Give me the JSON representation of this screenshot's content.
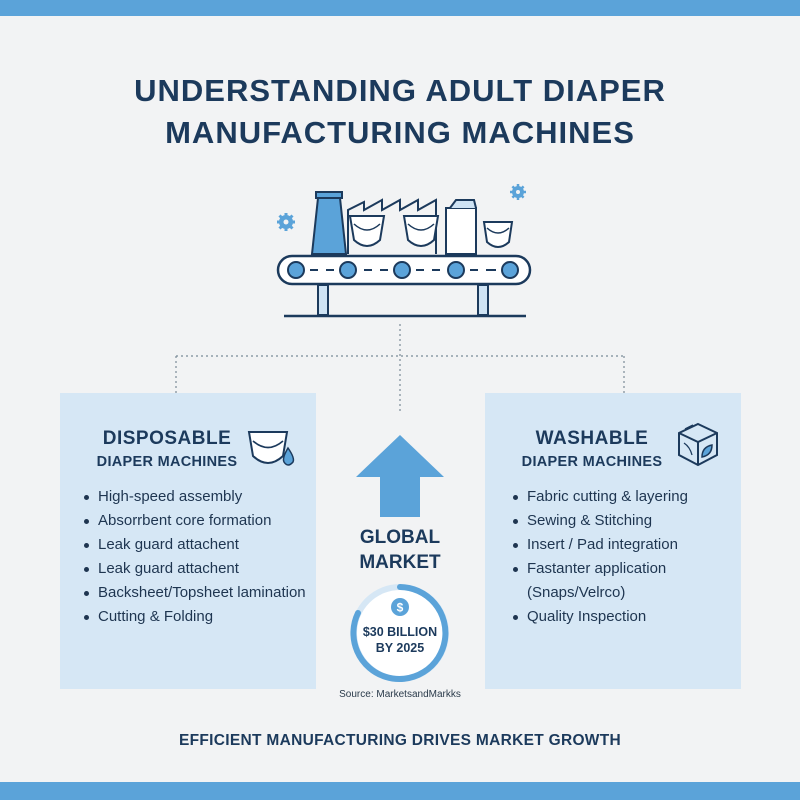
{
  "title": {
    "line1": "UNDERSTANDING ADULT DIAPER",
    "line2": "MANUFACTURING MACHINES"
  },
  "icons": {
    "machine": "conveyor-factory-icon",
    "disposable": "diaper-drop-icon",
    "washable": "fabric-box-icon",
    "arrow": "up-arrow-icon",
    "currency": "dollar-coin-icon",
    "gear": "gear-icon"
  },
  "colors": {
    "accent": "#5ba3d9",
    "dark": "#1c3a5c",
    "panel": "#d6e7f5",
    "background": "#f2f3f4"
  },
  "disposable": {
    "title_line1": "DISPOSABLE",
    "title_line2": "DIAPER MACHINES",
    "items": [
      "High-speed assembly",
      "Absorrbent core formation",
      "Leak guard attachent",
      "Leak guard attachent",
      "Backsheet/Topsheet lamination",
      "Cutting & Folding"
    ]
  },
  "washable": {
    "title_line1": "WASHABLE",
    "title_line2": "DIAPER MACHINES",
    "items": [
      "Fabric cutting & layering",
      "Sewing & Stitching",
      "Insert / Pad integration",
      "Fastanter application",
      "(Snaps/Velrco)",
      "Quality Inspection"
    ]
  },
  "market": {
    "label_line1": "GLOBAL",
    "label_line2": "MARKET",
    "value_line1": "$30 BILLION",
    "value_line2": "BY 2025",
    "currency_symbol": "$",
    "source": "Source: MarketsandMarkks"
  },
  "footer": "EFFICIENT MANUFACTURING DRIVES MARKET GROWTH"
}
